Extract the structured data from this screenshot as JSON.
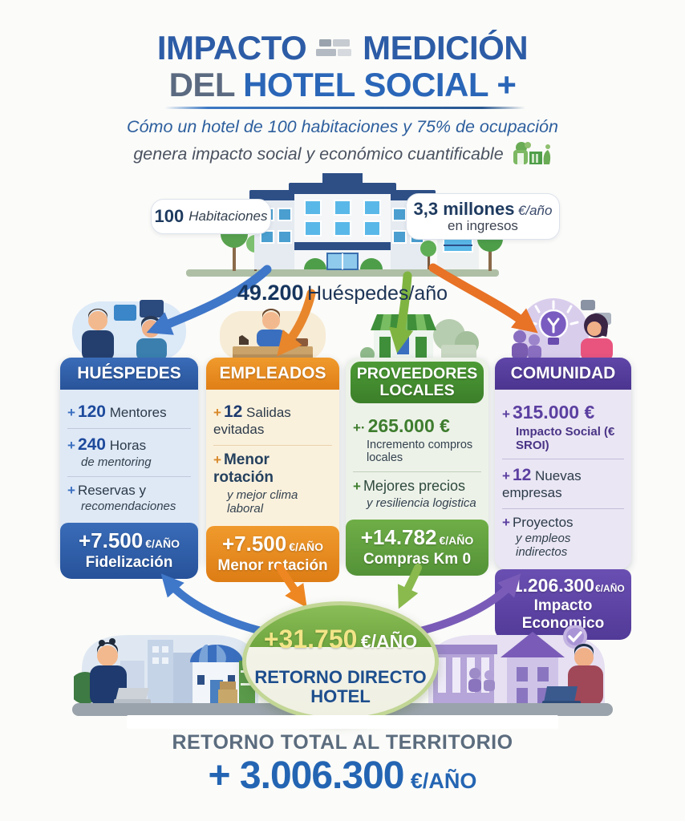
{
  "title": {
    "line1_left": "IMPACTO",
    "line1_right": "MEDICIÓN",
    "line2_prefix": "DEL",
    "line2_main": "HOTEL SOCIAL +"
  },
  "subtitle": {
    "line1": "Cómo un hotel de 100 habitaciones y 75% de ocupación",
    "line2": "genera impacto social y económico cuantificable"
  },
  "hotel": {
    "rooms_value": "100",
    "rooms_label": "Habitaciones",
    "revenue_value": "3,3 millones",
    "revenue_unit": "€/año",
    "revenue_sub": "en ingresos",
    "guests_value": "49.200",
    "guests_label": "Huéspedes/año"
  },
  "columns": [
    {
      "name": "huespedes",
      "title": "HUÉSPEDES",
      "items": [
        {
          "prefix": "+",
          "strong": "120",
          "text": "Mentores",
          "sub": ""
        },
        {
          "prefix": "+",
          "strong": "240",
          "text": "Horas",
          "sub": "de mentoring"
        },
        {
          "prefix": "+",
          "strong": "",
          "text": "Reservas y",
          "sub": "recomendaciones"
        }
      ],
      "footer_value": "+7.500",
      "footer_unit": "€/AÑO",
      "footer_label": "Fidelización",
      "accent": "#2e5fa8"
    },
    {
      "name": "empleados",
      "title": "EMPLEADOS",
      "items": [
        {
          "prefix": "+",
          "strong": "12",
          "text": "Salidas evitadas",
          "sub": ""
        },
        {
          "prefix": "+",
          "strong": "",
          "text": "Menor rotación",
          "sub": "y mejor clima laboral"
        }
      ],
      "footer_value": "+7.500",
      "footer_unit": "€/AÑO",
      "footer_label": "Menor rotación",
      "accent": "#e8891f"
    },
    {
      "name": "proveedores-locales",
      "title": "PROVEEDORES LOCALES",
      "items": [
        {
          "prefix": "+·",
          "strong": "265.000 €",
          "text": "",
          "sub": "Incremento compros locales"
        },
        {
          "prefix": "+",
          "strong": "",
          "text": "Mejores precios",
          "sub": "y resiliencia logistica"
        }
      ],
      "footer_value": "+14.782",
      "footer_unit": "€/AÑO",
      "footer_label": "Compras Km 0",
      "accent": "#4f9136"
    },
    {
      "name": "comunidad",
      "title": "COMUNIDAD",
      "items": [
        {
          "prefix": "+",
          "strong": "315.000 €",
          "text": "",
          "sub": "Impacto Social (€ SROI)"
        },
        {
          "prefix": "+",
          "strong": "12",
          "text": "Nuevas empresas",
          "sub": ""
        },
        {
          "prefix": "+",
          "strong": "",
          "text": "Proyectos",
          "sub": "y empleos indirectos"
        }
      ],
      "footer_value": "+1.206.300",
      "footer_unit": "€/AÑO",
      "footer_label": "Impacto Economico",
      "accent": "#5b3f9e"
    }
  ],
  "center": {
    "value": "+31.750",
    "unit": "€/AÑO",
    "line1": "RETORNO DIRECTO",
    "line2": "HOTEL"
  },
  "total": {
    "label": "RETORNO TOTAL AL TERRITORIO",
    "value": "+ 3.006.300",
    "unit": "€/AÑO"
  },
  "icons": {
    "title_icon": "horizontal-bars-chart-icon",
    "subtitle_icon": "green-eco-buildings-icon",
    "flow_arrows": [
      "blue-arrow-to-huespedes",
      "orange-arrow-to-empleados",
      "green-arrow-to-proveedores",
      "orange-arrow-to-comunidad"
    ],
    "return_arrows": [
      "blue-return-arrow",
      "orange-down-arrow",
      "green-down-arrow",
      "purple-return-arrow"
    ]
  },
  "colors": {
    "title_blue": "#2d5ca6",
    "bright_blue": "#2a66b8",
    "huespedes_accent": "#2e5fa8",
    "empleados_accent": "#e8891f",
    "proveedores_accent": "#4f9136",
    "comunidad_accent": "#5b3f9e",
    "oval_green": "#74ad45",
    "total_blue": "#2465b3"
  }
}
